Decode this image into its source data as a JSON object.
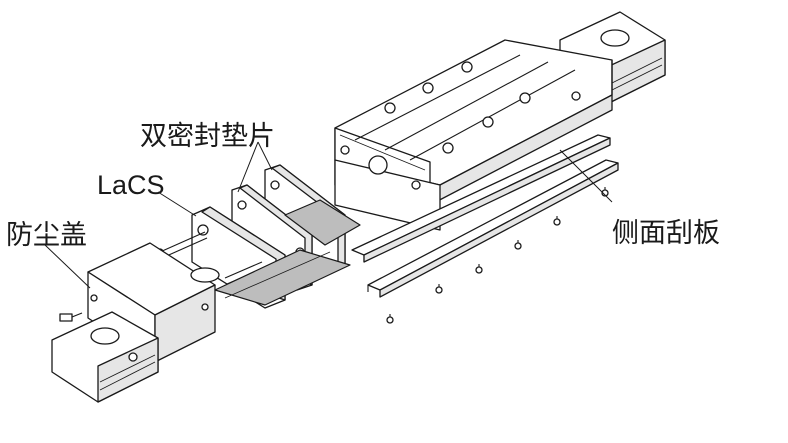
{
  "labels": {
    "double_seal": "双密封垫片",
    "lacs": "LaCS",
    "end_seal": "防尘盖",
    "side_seal": "侧面刮板"
  },
  "colors": {
    "line": "#1a1a1a",
    "fill": "#ffffff",
    "shade": "#e6e6e6",
    "dark_shade": "#bdbdbd"
  }
}
